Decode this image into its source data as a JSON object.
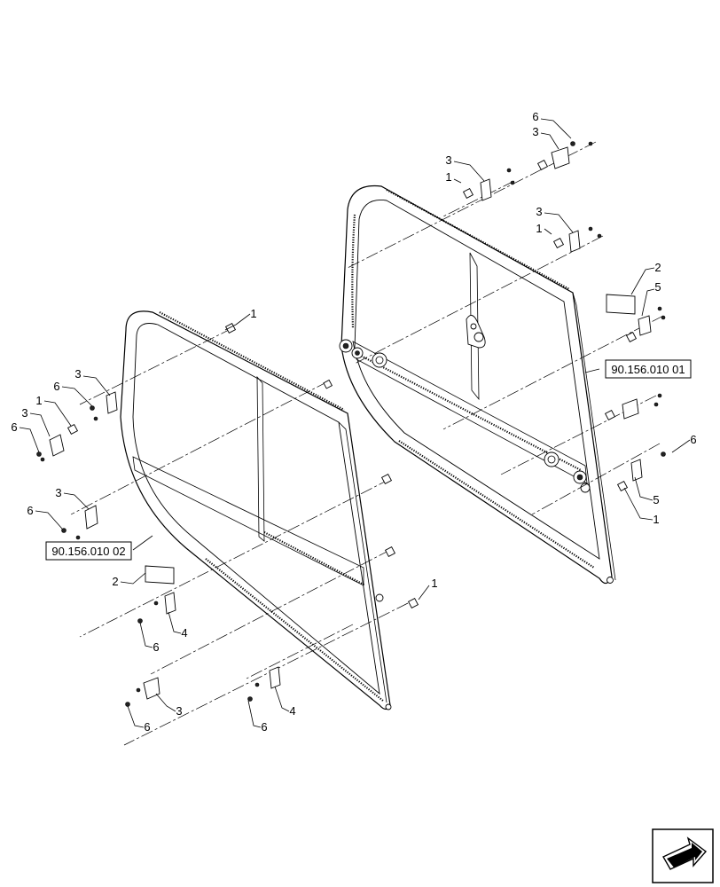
{
  "references": {
    "right_frame": "90.156.010 01",
    "left_frame": "90.156.010 02"
  },
  "callouts": [
    {
      "id": "c01",
      "num": "6"
    },
    {
      "id": "c02",
      "num": "3"
    },
    {
      "id": "c03",
      "num": "3"
    },
    {
      "id": "c04",
      "num": "1"
    },
    {
      "id": "c05",
      "num": "3"
    },
    {
      "id": "c06",
      "num": "1"
    },
    {
      "id": "c07",
      "num": "2"
    },
    {
      "id": "c08",
      "num": "5"
    },
    {
      "id": "c09",
      "num": "6"
    },
    {
      "id": "c10",
      "num": "5"
    },
    {
      "id": "c11",
      "num": "1"
    },
    {
      "id": "c12",
      "num": "1"
    },
    {
      "id": "c13",
      "num": "3"
    },
    {
      "id": "c14",
      "num": "6"
    },
    {
      "id": "c15",
      "num": "1"
    },
    {
      "id": "c16",
      "num": "3"
    },
    {
      "id": "c17",
      "num": "6"
    },
    {
      "id": "c18",
      "num": "3"
    },
    {
      "id": "c19",
      "num": "6"
    },
    {
      "id": "c20",
      "num": "2"
    },
    {
      "id": "c21",
      "num": "1"
    },
    {
      "id": "c22",
      "num": "4"
    },
    {
      "id": "c23",
      "num": "6"
    },
    {
      "id": "c24",
      "num": "3"
    },
    {
      "id": "c25",
      "num": "6"
    },
    {
      "id": "c26",
      "num": "4"
    },
    {
      "id": "c27",
      "num": "6"
    }
  ],
  "nav_icon": "next-page-arrow-icon"
}
